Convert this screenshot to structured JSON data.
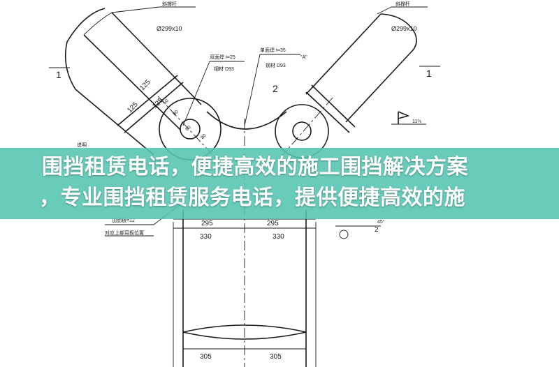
{
  "drawing": {
    "left_pipe": {
      "title": "斜撑杆",
      "spec": "Ø299x10"
    },
    "right_pipe": {
      "title": "斜撑杆",
      "spec": "Ø299x10"
    },
    "left_weld": {
      "line1": "双面焊 t=25",
      "line2": "钢材 D93"
    },
    "right_weld": {
      "line1": "单面焊 t=35",
      "quote": "\"A\"",
      "line2": "钢材 D93"
    },
    "section_mark_left": "1",
    "section_mark_right": "1",
    "section_mark_center": "2",
    "section_mark_lower": "2",
    "angle_label": "45°",
    "dims_left_pipe": [
      "125",
      "125",
      "125"
    ],
    "dims_inner_left": [
      "50",
      "80"
    ],
    "dims_inner_right": [
      "80",
      "80"
    ],
    "top_dims": [
      "295",
      "295"
    ],
    "mid_dims": [
      "330",
      "330"
    ],
    "bottom_dims": [
      "305",
      "305"
    ],
    "left_note_title": "说明",
    "left_plate_label": "加劲板=12",
    "left_position_label": "对应上部耳板位置",
    "right_note": "11⅓"
  },
  "banner": {
    "line1": "围挡租赁电话，便捷高效的施工围挡解决方案",
    "line2": "，专业围挡租赁服务电话，提供便捷高效的施"
  }
}
